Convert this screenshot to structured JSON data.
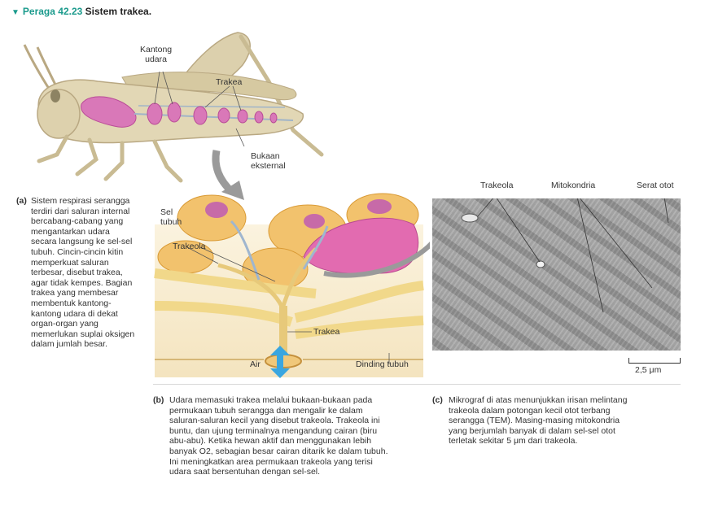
{
  "figure": {
    "label": "Peraga 42.23",
    "title": "Sistem trakea."
  },
  "panel_a": {
    "labels": {
      "air_sacs": [
        "Kantong",
        "udara"
      ],
      "trachea": "Trakea",
      "spiracle": [
        "Bukaan",
        "eksternal"
      ]
    },
    "caption_letter": "(a)",
    "caption_lines": [
      "Sistem respirasi serangga",
      "terdiri dari saluran internal",
      "bercabang-cabang yang",
      "mengantarkan udara",
      "secara langsung ke sel-sel",
      "tubuh. Cincin-cincin kitin",
      "memperkuat saluran",
      "terbesar, disebut trakea,",
      "agar tidak kempes. Bagian",
      "trakea yang membesar",
      "membentuk kantong-",
      "kantong udara di dekat",
      "organ-organ yang",
      "memerlukan suplai oksigen",
      "dalam jumlah besar."
    ]
  },
  "panel_b": {
    "labels": {
      "body_cell": [
        "Sel",
        "tubuh"
      ],
      "tracheole": "Trakeola",
      "trachea": "Trakea",
      "air": "Air",
      "body_wall": "Dinding tubuh"
    },
    "caption_letter": "(b)",
    "caption_lines": [
      "Udara memasuki trakea melalui bukaan-bukaan pada",
      "permukaan tubuh serangga dan mengalir ke dalam",
      "saluran-saluran kecil yang disebut trakeola. Trakeola ini",
      "buntu, dan ujung terminalnya mengandung cairan (biru",
      "abu-abu). Ketika hewan aktif dan menggunakan lebih",
      "banyak O2, sebagian besar cairan ditarik ke dalam tubuh.",
      "Ini meningkatkan area permukaan trakeola yang terisi",
      "udara saat bersentuhan dengan sel-sel."
    ]
  },
  "panel_c": {
    "labels": {
      "tracheole": "Trakeola",
      "mitochondria": "Mitokondria",
      "muscle_fiber": "Serat otot"
    },
    "scale": "2,5 μm",
    "caption_letter": "(c)",
    "caption_lines": [
      "Mikrograf di atas menunjukkan irisan melintang",
      "trakeola dalam potongan kecil otot terbang",
      "serangga (TEM). Masing-masing mitokondria",
      "yang berjumlah banyak di dalam sel-sel otot",
      "terletak sekitar 5 μm dari trakeola."
    ]
  }
}
